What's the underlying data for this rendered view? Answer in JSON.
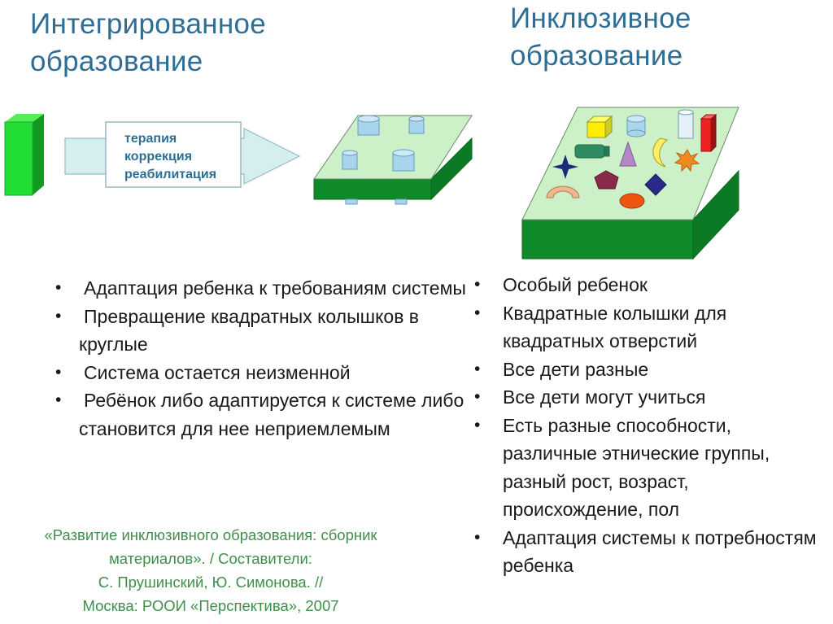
{
  "left": {
    "title_line1": "Интегрированное",
    "title_line2": "образование",
    "arrow_box": [
      "терапия",
      "коррекция",
      "реабилитация"
    ],
    "bullets": [
      "Адаптация ребенка к требованиям системы",
      "Превращение квадратных колышков в круглые",
      "Система остается неизменной",
      "Ребёнок либо адаптируется к системе либо становится для нее неприемлемым"
    ]
  },
  "right": {
    "title_line1": "Инклюзивное",
    "title_line2": "образование",
    "bullets": [
      "Особый ребенок",
      "Квадратные колышки для квадратных отверстий",
      " Все дети разные",
      "Все дети могут учиться",
      " Есть разные способности, различные этнические группы, разный рост, возраст, происхождение, пол",
      "Адаптация системы к потребностям ребенка"
    ]
  },
  "citation": [
    "«Развитие инклюзивного образования: сборник",
    "материалов». / Составители:",
    "С. Прушинский, Ю. Симонова. //",
    "Москва: РООИ «Перспектива», 2007"
  ],
  "colors": {
    "title": "#2e6e95",
    "board_top": "#ccf0c8",
    "board_side": "#0f8a2a",
    "green_block": "#22dd33",
    "arrow": "#d6eef0",
    "citation": "#3f8f4a"
  }
}
